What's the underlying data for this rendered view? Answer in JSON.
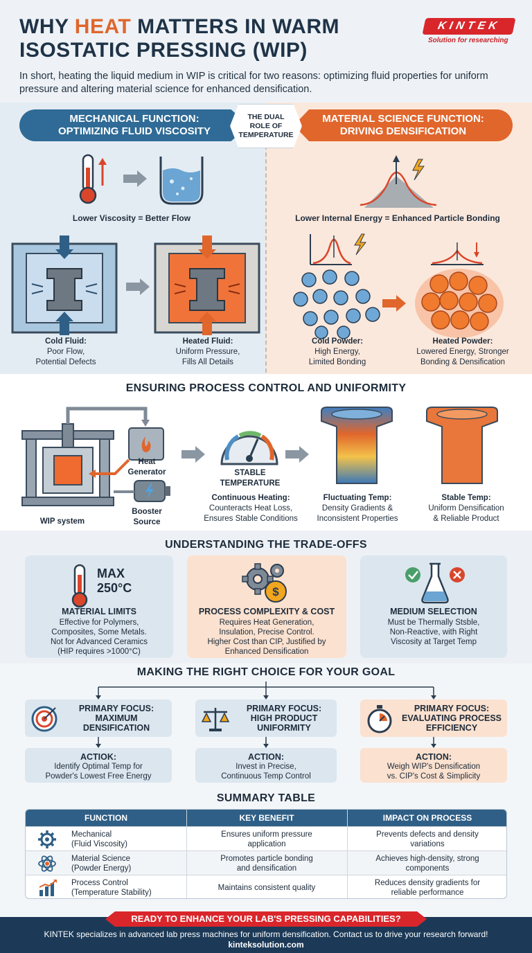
{
  "header": {
    "title_line1_pre": "WHY ",
    "title_line1_accent": "HEAT",
    "title_line1_post": " MATTERS IN WARM",
    "title_line2": "ISOSTATIC PRESSING (WIP)",
    "logo": "KINTEK",
    "logo_tagline": "Solution for researching",
    "intro": "In short, heating the liquid medium in WIP is critical for two reasons: optimizing fluid properties for uniform pressure and altering material science for enhanced densification."
  },
  "dual_role": {
    "left_title_line1": "MECHANICAL FUNCTION:",
    "left_title_line2": "OPTIMIZING FLUID VISCOSITY",
    "center_line1": "THE DUAL",
    "center_line2": "ROLE OF",
    "center_line3": "TEMPERATURE",
    "right_title_line1": "MATERIAL SCIENCE FUNCTION:",
    "right_title_line2": "DRIVING DENSIFICATION",
    "left_caption": "Lower Viscosity = Better Flow",
    "right_caption": "Lower Internal Energy = Enhanced Particle Bonding",
    "cold_fluid_title": "Cold Fluid:",
    "cold_fluid_l1": "Poor Flow,",
    "cold_fluid_l2": "Potential Defects",
    "heated_fluid_title": "Heated Fluid:",
    "heated_fluid_l1": "Uniform Pressure,",
    "heated_fluid_l2": "Fills All Details",
    "cold_powder_title": "Cold Powder:",
    "cold_powder_l1": "High Energy,",
    "cold_powder_l2": "Limited Bonding",
    "heated_powder_title": "Heated Powder:",
    "heated_powder_l1": "Lowered Energy, Stronger",
    "heated_powder_l2": "Bonding & Densification"
  },
  "process_control": {
    "title": "ENSURING PROCESS CONTROL AND UNIFORMITY",
    "heat_generator_l1": "Heat",
    "heat_generator_l2": "Generator",
    "booster_l1": "Booster",
    "booster_l2": "Source",
    "wip_system": "WIP system",
    "stable_temp_l1": "STABLE",
    "stable_temp_l2": "TEMPERATURE",
    "continuous_title": "Continuous Heating:",
    "continuous_l1": "Counteracts Heat Loss,",
    "continuous_l2": "Ensures Stable Conditions",
    "fluctuating_title": "Fluctuating Temp:",
    "fluctuating_l1": "Density Gradients &",
    "fluctuating_l2": "Inconsistent Properties",
    "stable_title": "Stable Temp:",
    "stable_l1": "Uniform Densification",
    "stable_l2": "& Reliable Product"
  },
  "tradeoffs": {
    "title": "UNDERSTANDING THE TRADE-OFFS",
    "max_l1": "MAX",
    "max_l2": "250°C",
    "card1_title": "MATERIAL LIMITS",
    "card1_l1": "Effective for Polymers,",
    "card1_l2": "Composites, Some Metals.",
    "card1_l3": "Not for Advanced Ceramics",
    "card1_l4": "(HIP requires >1000°C)",
    "card2_title": "PROCESS COMPLEXITY & COST",
    "card2_l1": "Requires Heat Generation,",
    "card2_l2": "Insulation, Precise Control.",
    "card2_l3": "Higher Cost than CIP, Justified by",
    "card2_l4": "Enhanced Densification",
    "card3_title": "MEDIUM SELECTION",
    "card3_l1": "Must be Thermally Stsble,",
    "card3_l2": "Non-Reactive, with Right",
    "card3_l3": "Viscosity at Target Temp"
  },
  "choice": {
    "title": "MAKING THE RIGHT CHOICE FOR YOUR GOAL",
    "focus1_l1": "PRIMARY FOCUS:",
    "focus1_l2": "MAXIMUM",
    "focus1_l3": "DENSIFICATION",
    "focus2_l1": "PRIMARY FOCUS:",
    "focus2_l2": "HIGH PRODUCT",
    "focus2_l3": "UNIFORMITY",
    "focus3_l1": "PRIMARY FOCUS:",
    "focus3_l2": "EVALUATING PROCESS",
    "focus3_l3": "EFFICIENCY",
    "action1_title": "ACTIOK:",
    "action1_l1": "Identify Optimal Temp for",
    "action1_l2": "Powder's Lowest Free Energy",
    "action2_title": "ACTION:",
    "action2_l1": "Invest in Precise,",
    "action2_l2": "Continuous Temp Control",
    "action3_title": "ACTION:",
    "action3_l1": "Weigh WIP's Densification",
    "action3_l2": "vs. CIP's Cost & Simplicity"
  },
  "summary": {
    "title": "SUMMARY TABLE",
    "headers": [
      "FUNCTION",
      "KEY BENEFIT",
      "IMPACT ON PROCESS"
    ],
    "rows": [
      {
        "fn_l1": "Mechanical",
        "fn_l2": "(Fluid Viscosity)",
        "benefit_l1": "Ensures uniform pressure",
        "benefit_l2": "application",
        "impact_l1": "Prevents defects and density",
        "impact_l2": "variations"
      },
      {
        "fn_l1": "Material Science",
        "fn_l2": "(Powder Energy)",
        "benefit_l1": "Promotes particle bonding",
        "benefit_l2": "and densification",
        "impact_l1": "Achieves high-density, strong",
        "impact_l2": "components"
      },
      {
        "fn_l1": "Process Control",
        "fn_l2": "(Temperature Stability)",
        "benefit_l1": "Maintains consistent quality",
        "benefit_l2": "",
        "impact_l1": "Reduces density gradients for",
        "impact_l2": "reliable performance"
      }
    ]
  },
  "footer": {
    "cta": "READY TO ENHANCE YOUR LAB'S PRESSING CAPABILITIES?",
    "text": "KINTEK specializes in advanced lab press machines for uniform densification. Contact us to drive your research forward!",
    "url": "kinteksolution.com"
  },
  "colors": {
    "navy": "#1f3347",
    "blue": "#2f6b96",
    "orange": "#e0662c",
    "red": "#d9262b",
    "footer_bg": "#1c3a57"
  }
}
